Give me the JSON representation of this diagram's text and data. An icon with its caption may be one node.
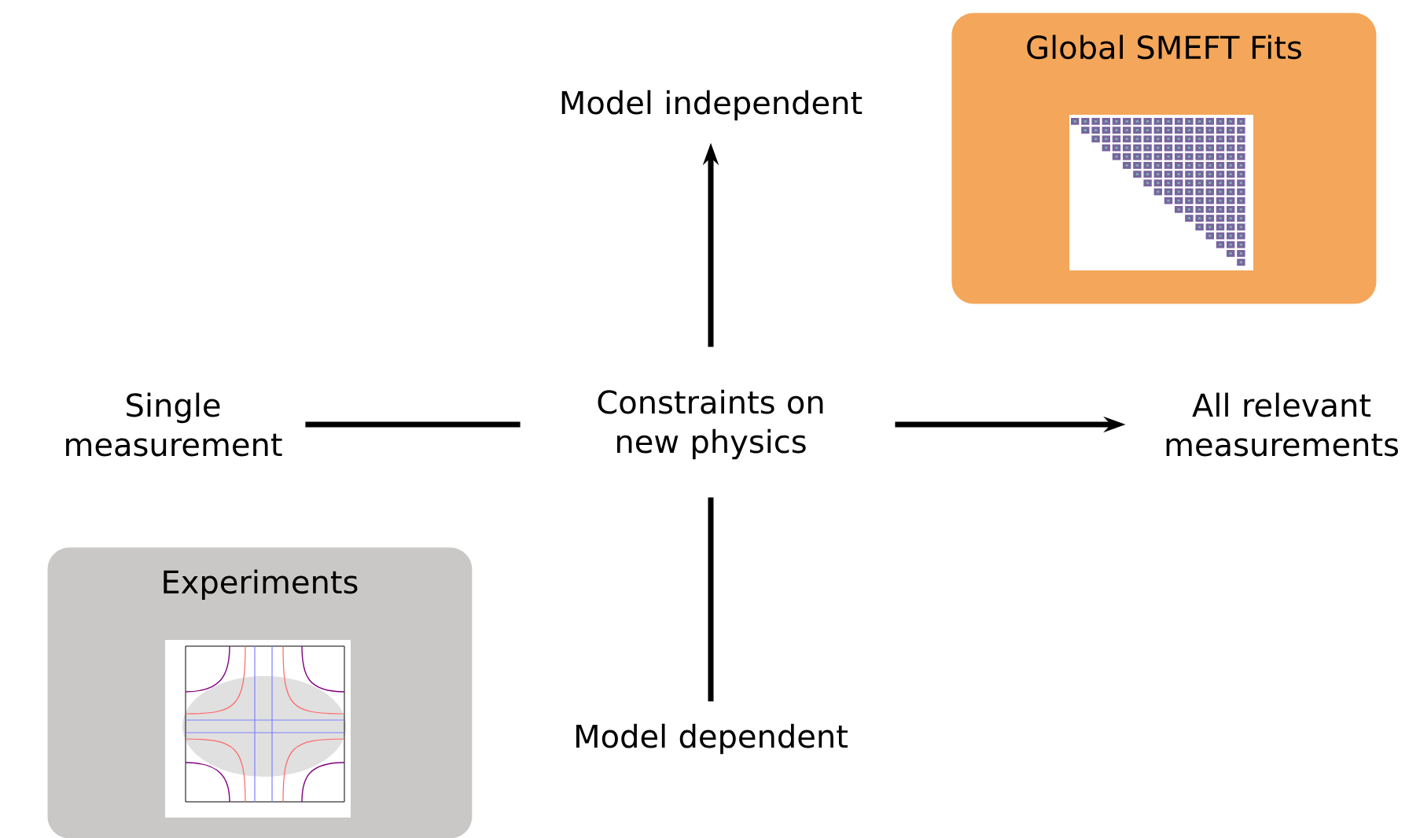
{
  "diagram": {
    "nodes": [
      {
        "text": [
          "Global SMEFT Fits"
        ]
      },
      {
        "text": [
          "Model independent"
        ]
      },
      {
        "text": [
          "Single measurement"
        ]
      },
      {
        "text": [
          "Constraints on new physics"
        ]
      },
      {
        "text": [
          "All relevant measurements"
        ]
      },
      {
        "text": [
          "Experiments"
        ]
      },
      {
        "text": [
          "Model dependent"
        ]
      }
    ],
    "edges": [
      {
        "from": 3,
        "to": 1,
        "arrow": "to"
      },
      {
        "from": 2,
        "to": 3,
        "arrow": "none"
      },
      {
        "from": 3,
        "to": 4,
        "arrow": "to"
      },
      {
        "from": 3,
        "to": 6,
        "arrow": "none"
      }
    ]
  }
}
